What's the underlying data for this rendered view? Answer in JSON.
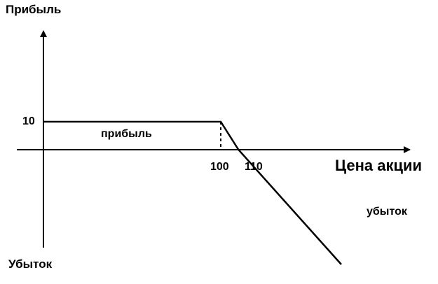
{
  "chart_data": {
    "type": "line",
    "title": "",
    "xlabel": "Цена акции",
    "ylabel_top": "Прибыль",
    "ylabel_bottom": "Убыток",
    "x_ticks": [
      "100",
      "110"
    ],
    "y_ticks": [
      "10"
    ],
    "series": [
      {
        "x": [
          0,
          100,
          110,
          168
        ],
        "y": [
          10,
          10,
          0,
          -41
        ]
      }
    ],
    "dashed_marker": {
      "x": 100,
      "y_from": 0,
      "y_to": 10
    },
    "annotations": [
      {
        "text": "прибыль",
        "x": 50,
        "y": 5
      },
      {
        "text": "убыток",
        "x": 150,
        "y": -22
      }
    ],
    "grid": false,
    "legend": "none",
    "line_color": "#000000"
  }
}
